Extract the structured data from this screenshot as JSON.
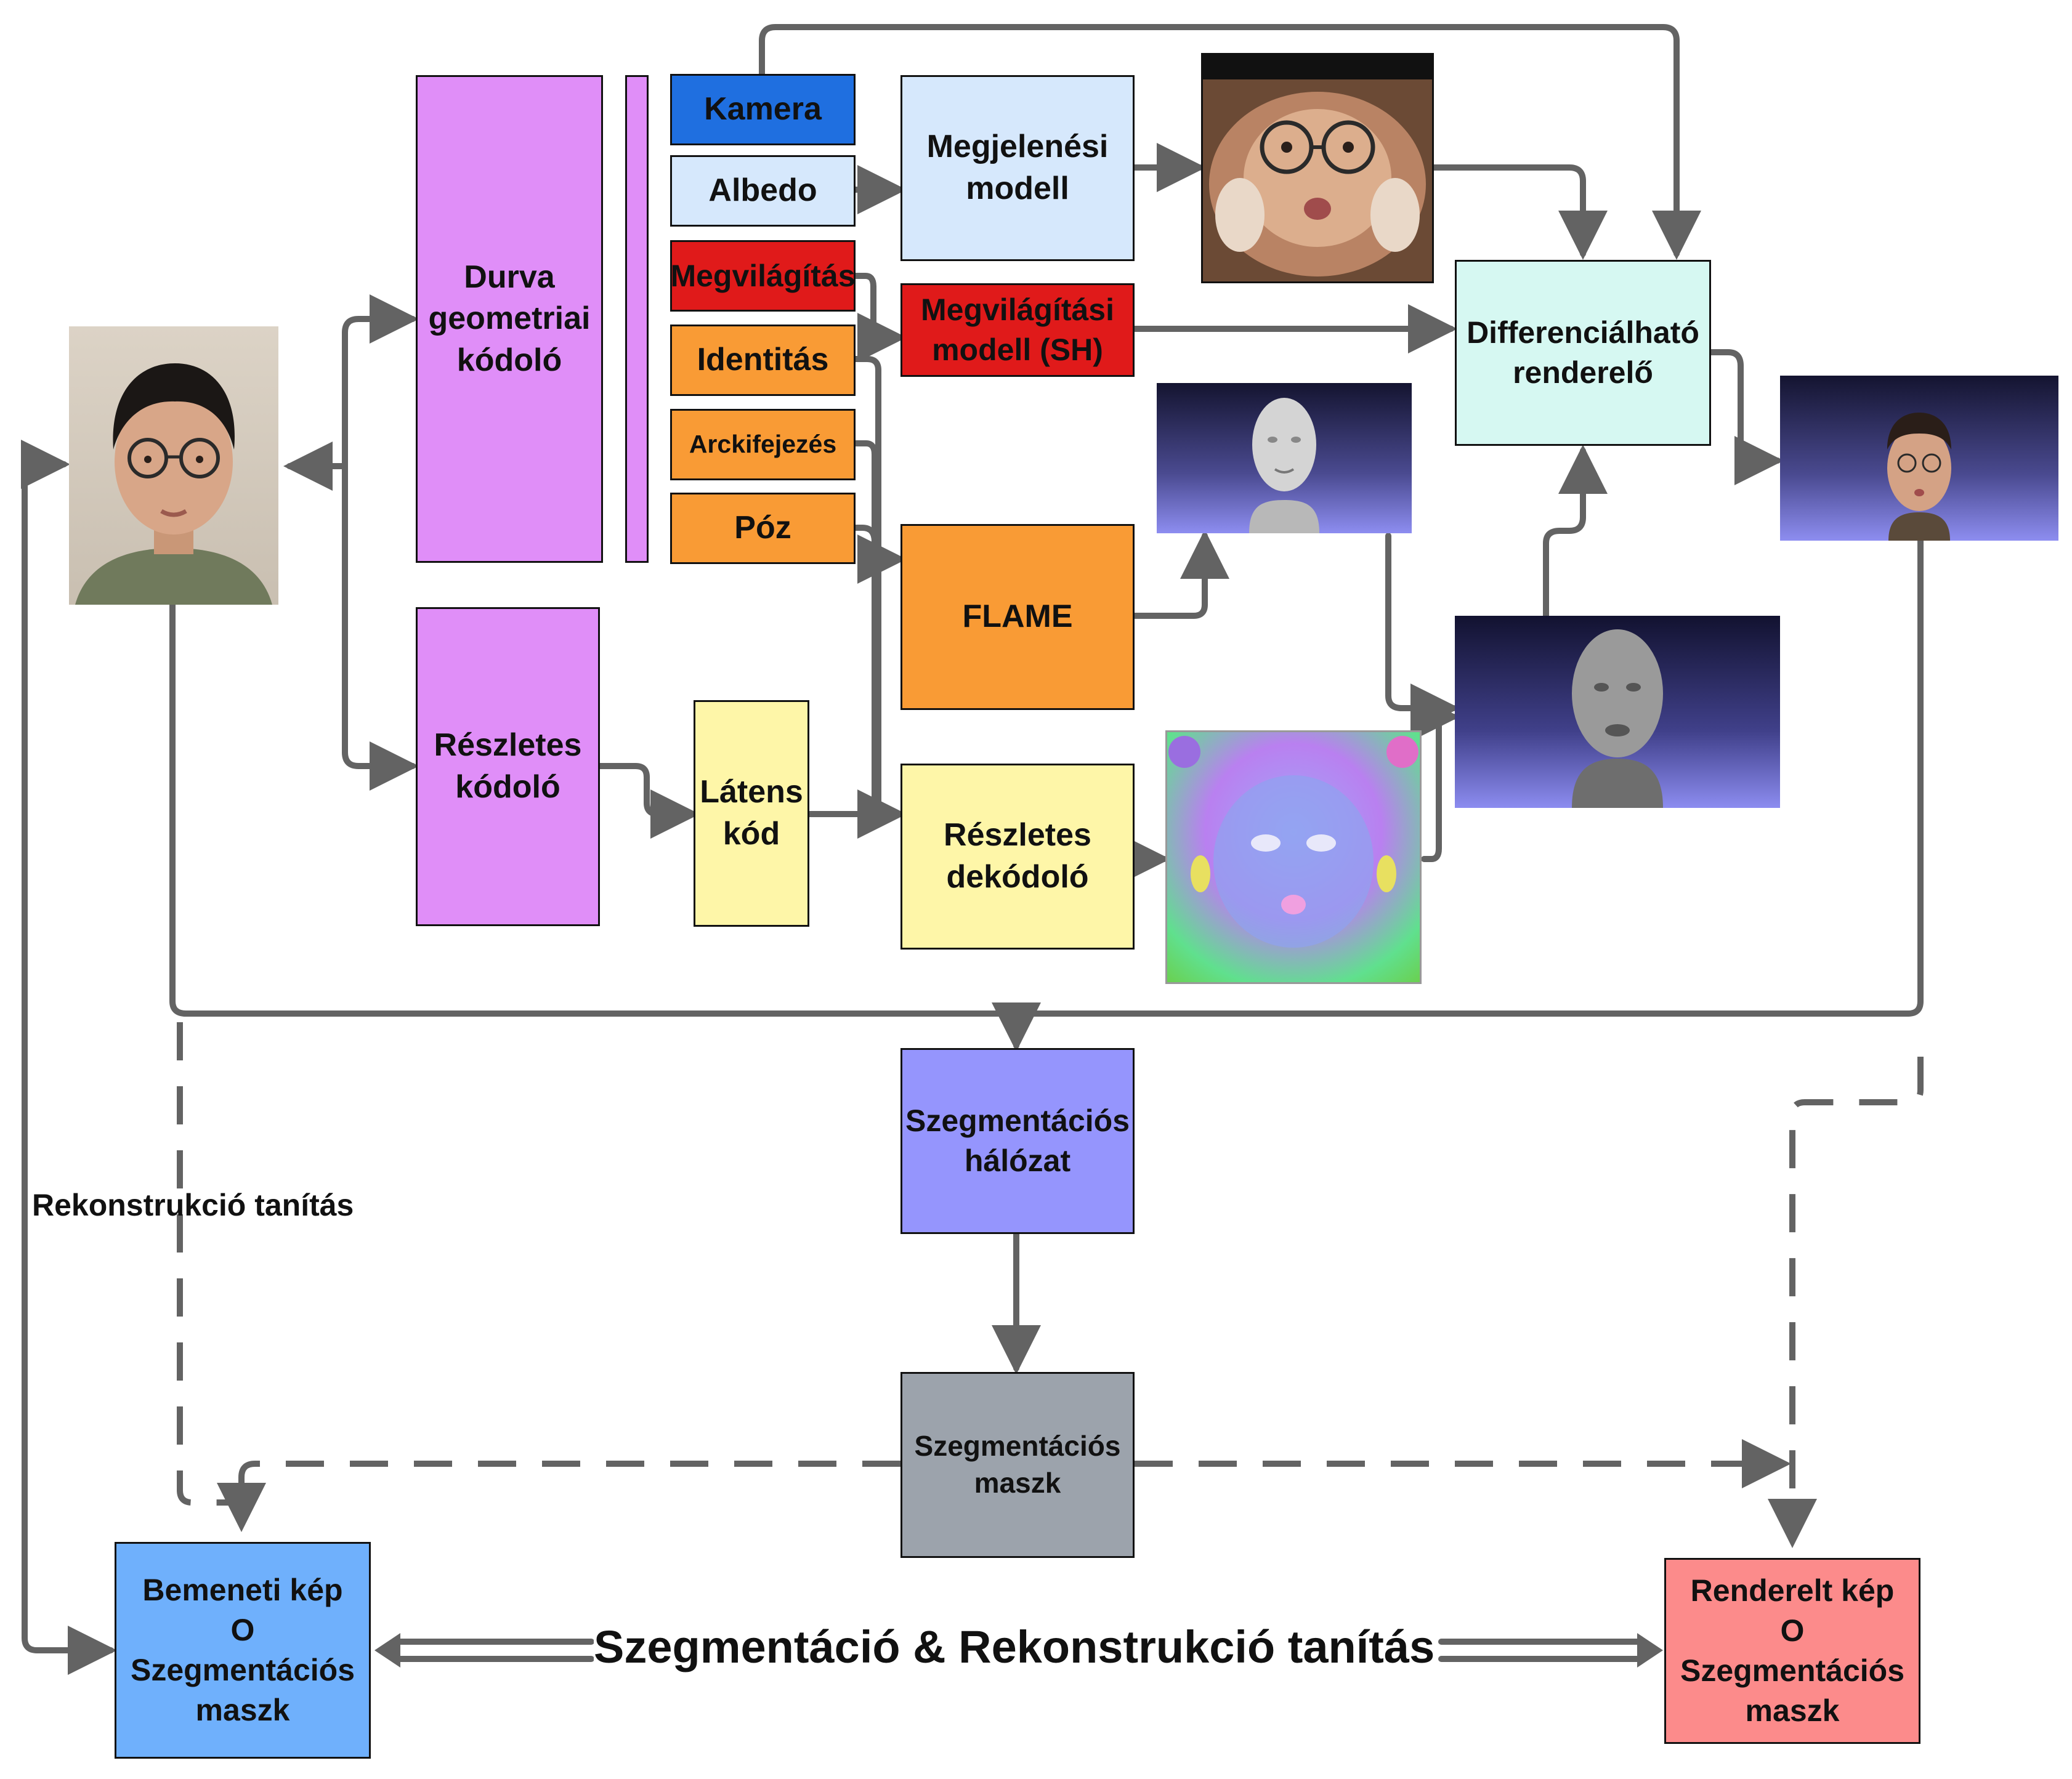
{
  "nodes": {
    "coarse_encoder": "Durva\ngeometriai\nkódoló",
    "detail_encoder": "Részletes\nkódoló",
    "camera": "Kamera",
    "albedo": "Albedo",
    "lighting": "Megvilágítás",
    "identity": "Identitás",
    "expression": "Arckifejezés",
    "pose": "Póz",
    "latent_code": "Látens\nkód",
    "appearance_model": "Megjelenési\nmodell",
    "lighting_model": "Megvilágítási\nmodell (SH)",
    "flame": "FLAME",
    "detail_decoder": "Részletes\ndekódoló",
    "diff_renderer": "Differenciálható\nrenderelő",
    "segmentation_network": "Szegmentációs\nhálózat",
    "segmentation_mask": "Szegmentációs\nmaszk",
    "input_masked": "Bemeneti kép\nO\nSzegmentációs\nmaszk",
    "rendered_masked": "Renderelt kép\nO\nSzegmentációs\nmaszk"
  },
  "labels": {
    "reconstruction_training": "Rekonstrukció tanítás",
    "seg_rec_training": "Szegmentáció & Rekonstrukció tanítás"
  },
  "colors": {
    "purple": "#e08ef8",
    "camera_blue": "#1f6fe0",
    "light_blue": "#d6e8fc",
    "red": "#e01a1a",
    "orange": "#f99b35",
    "yellow": "#fef6a8",
    "cyan": "#d6f8f2",
    "violet": "#9595fd",
    "gray": "#9ca3ac",
    "sky": "#6fb0fc",
    "salmon": "#fc8b8b",
    "wire": "#636363"
  }
}
